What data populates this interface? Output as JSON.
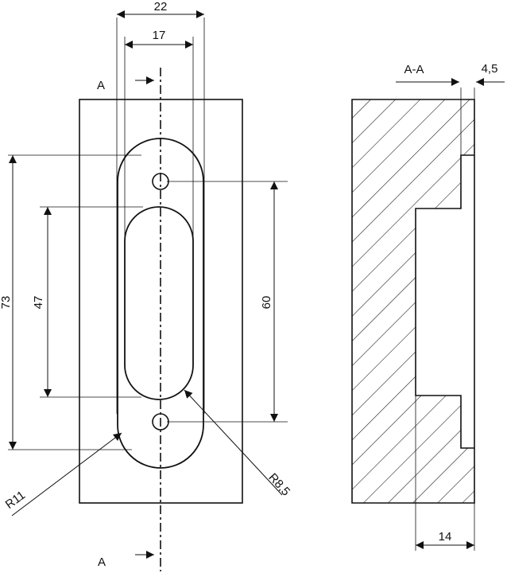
{
  "dimensions": {
    "width_outer": "22",
    "width_inner": "17",
    "height_outer": "73",
    "height_inner": "47",
    "hole_spacing": "60",
    "radius_outer": "R11",
    "radius_inner": "R8,5",
    "recess_width": "14",
    "lip_depth": "4,5"
  },
  "section": {
    "label": "A-A",
    "marker_top": "A",
    "marker_bottom": "A"
  }
}
